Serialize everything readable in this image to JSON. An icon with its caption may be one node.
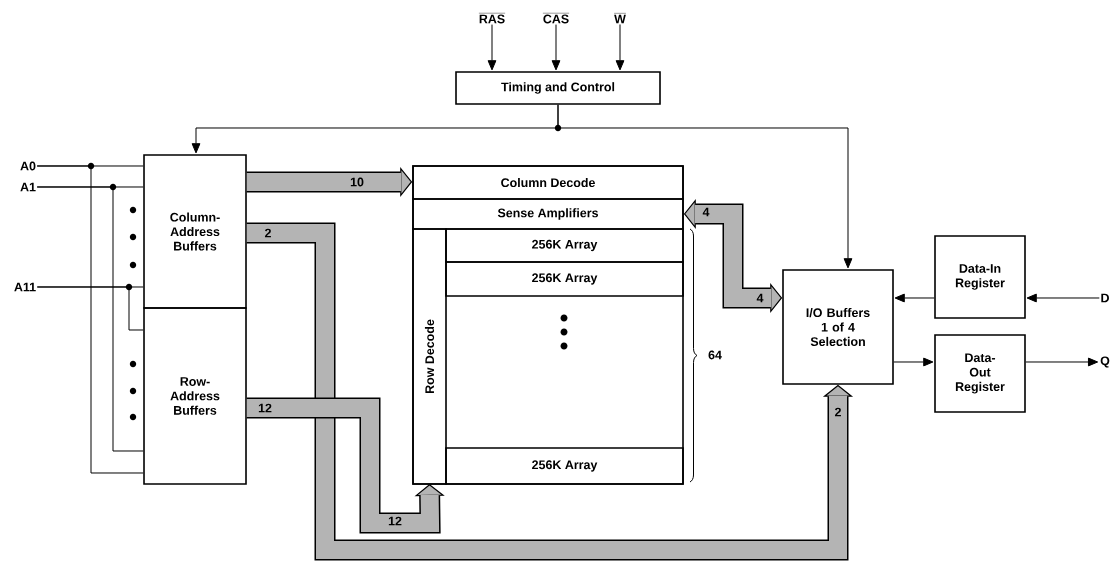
{
  "diagram": {
    "nodes": [
      {
        "text": [
          "RAS"
        ]
      },
      {
        "text": [
          "CAS"
        ]
      },
      {
        "text": [
          "W"
        ]
      },
      {
        "text": [
          "Timing and Control"
        ]
      },
      {
        "text": [
          "A0"
        ]
      },
      {
        "text": [
          "A1"
        ]
      },
      {
        "text": [
          "A11"
        ]
      },
      {
        "text": [
          "Column-Address Buffers"
        ]
      },
      {
        "text": [
          "Row-Address Buffers"
        ]
      },
      {
        "text": [],
        "shape": "box"
      },
      {
        "text": [
          "Column Decode"
        ],
        "in": 9
      },
      {
        "text": [
          "Sense Amplifiers"
        ],
        "in": 9
      },
      {
        "text": [
          "Row Decode"
        ],
        "in": 9
      },
      {
        "text": [
          "256K Array"
        ],
        "in": 9
      },
      {
        "text": [
          "256K Array"
        ],
        "in": 9
      },
      {
        "text": [
          "256K Array"
        ],
        "in": 9
      },
      {
        "text": [
          "I/O Buffers 1 of 4 Selection"
        ]
      },
      {
        "text": [
          "Data-In Register"
        ]
      },
      {
        "text": [
          "Data-Out Register"
        ]
      },
      {
        "text": [
          "D"
        ]
      },
      {
        "text": [
          "Q"
        ]
      }
    ],
    "edges": [
      {
        "from": 0,
        "to": 3,
        "arrow": "to"
      },
      {
        "from": 1,
        "to": 3,
        "arrow": "to"
      },
      {
        "from": 2,
        "to": 3,
        "arrow": "to"
      },
      {
        "from": 3,
        "to": 7,
        "arrow": "to"
      },
      {
        "from": 3,
        "to": 16,
        "arrow": "to"
      },
      {
        "from": 4,
        "to": 7,
        "arrow": "none"
      },
      {
        "from": 4,
        "to": 8,
        "arrow": "none"
      },
      {
        "from": 5,
        "to": 7,
        "arrow": "none"
      },
      {
        "from": 5,
        "to": 8,
        "arrow": "none"
      },
      {
        "from": 6,
        "to": 7,
        "arrow": "none"
      },
      {
        "from": 6,
        "to": 8,
        "arrow": "none"
      },
      {
        "from": 7,
        "to": 10,
        "arrow": "to",
        "label": "10",
        "style": "thick",
        "color": "#b4b4b4"
      },
      {
        "from": 7,
        "to": 16,
        "arrow": "to",
        "label": "2",
        "style": "thick",
        "color": "#b4b4b4"
      },
      {
        "from": 8,
        "to": 12,
        "arrow": "to",
        "label": "12",
        "style": "thick",
        "color": "#b4b4b4"
      },
      {
        "from": 16,
        "to": 11,
        "arrow": "both",
        "label": "4",
        "style": "thick",
        "color": "#b4b4b4"
      },
      {
        "from": 19,
        "to": 17,
        "arrow": "to"
      },
      {
        "from": 17,
        "to": 16,
        "arrow": "to"
      },
      {
        "from": 16,
        "to": 18,
        "arrow": "to"
      },
      {
        "from": 18,
        "to": 20,
        "arrow": "to"
      }
    ],
    "labels": [
      "4",
      "64",
      "12",
      "2"
    ]
  }
}
